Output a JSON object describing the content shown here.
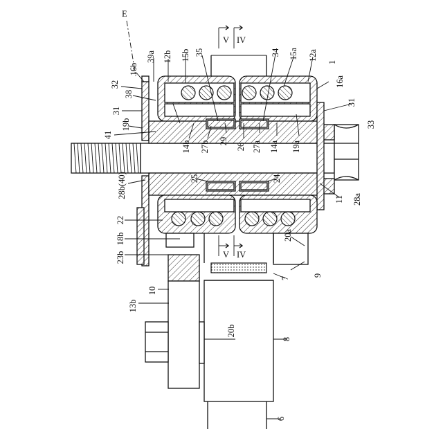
{
  "figure": {
    "axis_label": "E",
    "section_marks": [
      "V",
      "IV"
    ],
    "labels": [
      {
        "id": "l39a",
        "text": "39a"
      },
      {
        "id": "l12b",
        "text": "12b"
      },
      {
        "id": "l15b",
        "text": "15b"
      },
      {
        "id": "l35",
        "text": "35"
      },
      {
        "id": "l34",
        "text": "34"
      },
      {
        "id": "l15a",
        "text": "15a"
      },
      {
        "id": "l12a",
        "text": "12a"
      },
      {
        "id": "l1",
        "text": "1"
      },
      {
        "id": "l16b",
        "text": "16b"
      },
      {
        "id": "l16a",
        "text": "16a"
      },
      {
        "id": "l32",
        "text": "32"
      },
      {
        "id": "l38",
        "text": "38"
      },
      {
        "id": "l31L",
        "text": "31"
      },
      {
        "id": "l31R",
        "text": "31"
      },
      {
        "id": "l19b",
        "text": "19b"
      },
      {
        "id": "l41",
        "text": "41"
      },
      {
        "id": "l33",
        "text": "33"
      },
      {
        "id": "l14b",
        "text": "14b"
      },
      {
        "id": "l27b",
        "text": "27b"
      },
      {
        "id": "l29",
        "text": "29"
      },
      {
        "id": "l26",
        "text": "26"
      },
      {
        "id": "l27a",
        "text": "27a"
      },
      {
        "id": "l14a",
        "text": "14a"
      },
      {
        "id": "l19a",
        "text": "19a"
      },
      {
        "id": "l25",
        "text": "25"
      },
      {
        "id": "l24",
        "text": "24"
      },
      {
        "id": "l28b40",
        "text": "28b(40)"
      },
      {
        "id": "l28a",
        "text": "28a"
      },
      {
        "id": "l11",
        "text": "11"
      },
      {
        "id": "l22",
        "text": "22"
      },
      {
        "id": "l18b",
        "text": "18b"
      },
      {
        "id": "l23b",
        "text": "23b"
      },
      {
        "id": "l20a",
        "text": "20a"
      },
      {
        "id": "l9",
        "text": "9"
      },
      {
        "id": "l7",
        "text": "7"
      },
      {
        "id": "l10",
        "text": "10"
      },
      {
        "id": "l13b",
        "text": "13b"
      },
      {
        "id": "l20b",
        "text": "20b"
      },
      {
        "id": "l8",
        "text": "8"
      },
      {
        "id": "l6",
        "text": "6"
      }
    ]
  }
}
